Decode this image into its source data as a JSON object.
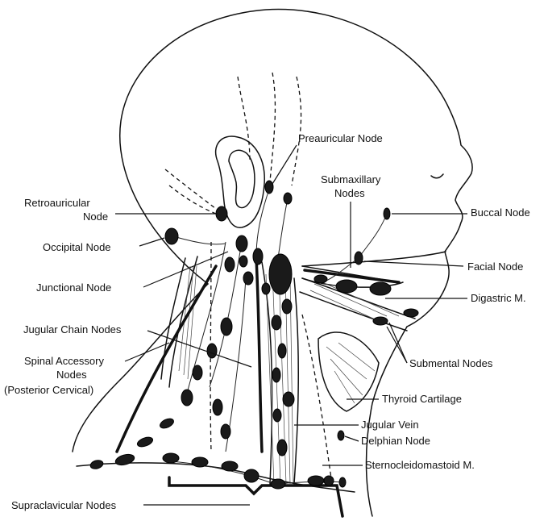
{
  "labels": {
    "preauricular": "Preauricular Node",
    "submaxillary_1": "Submaxillary",
    "submaxillary_2": "Nodes",
    "retroauricular_1": "Retroauricular",
    "retroauricular_2": "Node",
    "buccal": "Buccal Node",
    "occipital": "Occipital Node",
    "facial": "Facial Node",
    "junctional": "Junctional Node",
    "digastric": "Digastric M.",
    "jugular_chain": "Jugular Chain Nodes",
    "spinal_accessory_1": "Spinal Accessory",
    "spinal_accessory_2": "Nodes",
    "spinal_accessory_3": "(Posterior Cervical)",
    "submental": "Submental Nodes",
    "thyroid_cartilage": "Thyroid Cartilage",
    "jugular_vein": "Jugular Vein",
    "delphian": "Delphian Node",
    "sternocleidomastoid": "Sternocleidomastoid M.",
    "supraclavicular": "Supraclavicular Nodes"
  }
}
